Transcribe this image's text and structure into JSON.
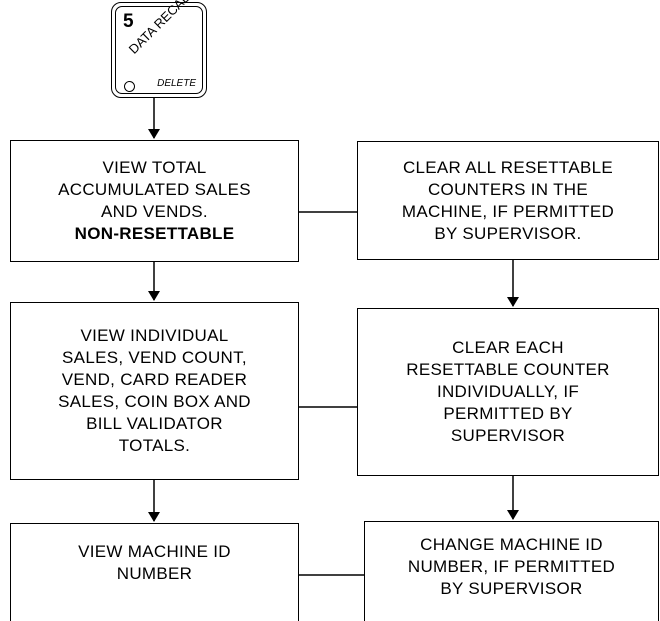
{
  "key": {
    "number": "5",
    "label": "DATA RECALL",
    "sublabel": "DELETE"
  },
  "boxes": {
    "view_total": {
      "lines": [
        "VIEW TOTAL",
        "ACCUMULATED SALES",
        "AND VENDS."
      ],
      "emphasis": "NON-RESETTABLE"
    },
    "clear_all": {
      "lines": [
        "CLEAR ALL RESETTABLE",
        "COUNTERS IN THE",
        "MACHINE, IF PERMITTED",
        "BY SUPERVISOR."
      ]
    },
    "view_individual": {
      "lines": [
        "VIEW INDIVIDUAL",
        "SALES, VEND COUNT,",
        "VEND, CARD READER",
        "SALES, COIN BOX AND",
        "BILL VALIDATOR",
        "TOTALS."
      ]
    },
    "clear_each": {
      "lines": [
        "CLEAR EACH",
        "RESETTABLE COUNTER",
        "INDIVIDUALLY, IF",
        "PERMITTED BY",
        "SUPERVISOR"
      ]
    },
    "view_machine_id": {
      "lines": [
        "VIEW MACHINE ID",
        "NUMBER"
      ]
    },
    "change_machine_id": {
      "lines": [
        "CHANGE MACHINE ID",
        "NUMBER, IF PERMITTED",
        "BY SUPERVISOR"
      ]
    }
  }
}
